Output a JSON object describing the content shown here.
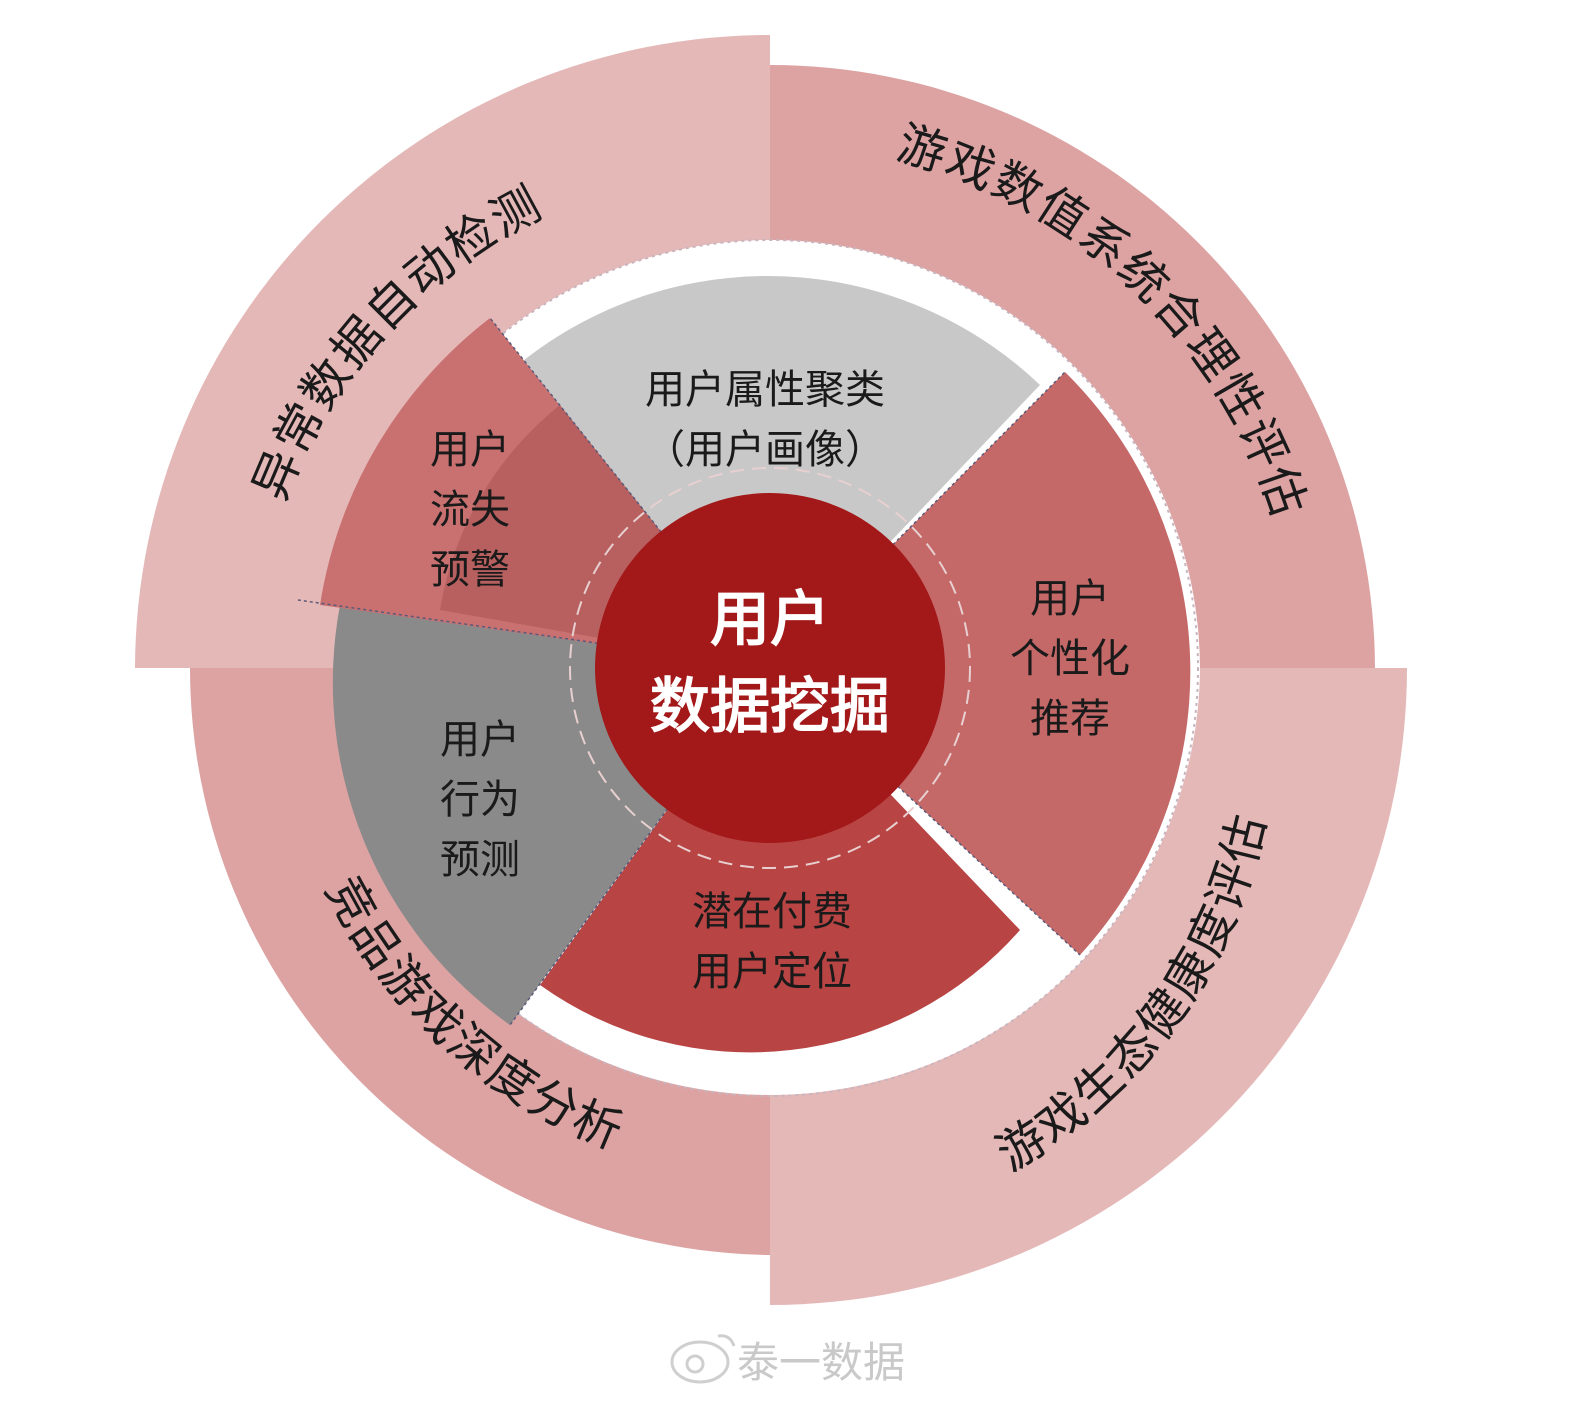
{
  "outer_ring": [
    {
      "label": "异常数据自动检测",
      "color": "#e5b8b8"
    },
    {
      "label": "游戏数值系统合理性评估",
      "color": "#dda3a3"
    },
    {
      "label": "游戏生态健康度评估",
      "color": "#e5b8b8"
    },
    {
      "label": "竞品游戏深度分析",
      "color": "#dda3a3"
    }
  ],
  "inner_sectors": {
    "top": {
      "lines": [
        "用户属性聚类",
        "（用户画像）"
      ],
      "color": "#c8c8c8"
    },
    "right": {
      "lines": [
        "用户",
        "个性化",
        "推荐"
      ],
      "color": "#c56868"
    },
    "bottom": {
      "lines": [
        "潜在付费",
        "用户定位"
      ],
      "color": "#b84444"
    },
    "left": {
      "lines": [
        "用户",
        "行为",
        "预测"
      ],
      "color": "#8a8a8a"
    },
    "upper_left": {
      "lines": [
        "用户",
        "流失",
        "预警"
      ],
      "color": "#c97070"
    }
  },
  "center": {
    "lines": [
      "用户",
      "数据挖掘"
    ],
    "color": "#a31818"
  },
  "watermark": {
    "text": "泰一数据"
  }
}
